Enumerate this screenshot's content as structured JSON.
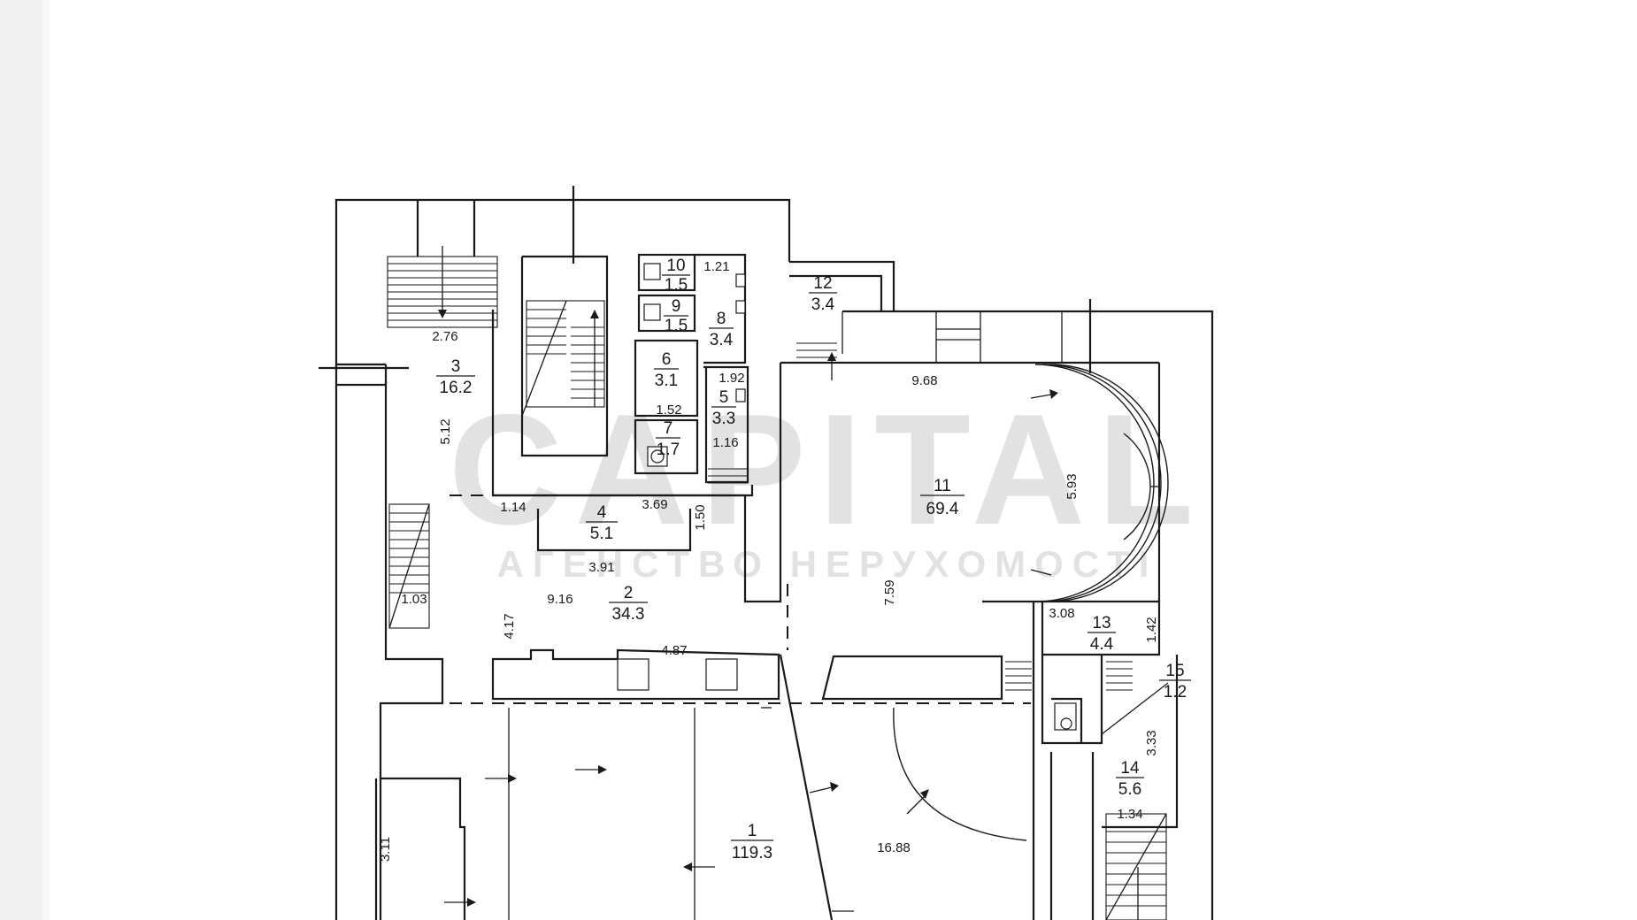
{
  "watermark": {
    "brand": "CAPITAL",
    "subtitle": "АГЕНСТВО НЕРУХОМОСТІ"
  },
  "rooms": [
    {
      "number": "1",
      "area": "119.3"
    },
    {
      "number": "2",
      "area": "34.3"
    },
    {
      "number": "3",
      "area": "16.2"
    },
    {
      "number": "4",
      "area": "5.1"
    },
    {
      "number": "5",
      "area": "3.3"
    },
    {
      "number": "6",
      "area": "3.1"
    },
    {
      "number": "7",
      "area": "1.7"
    },
    {
      "number": "8",
      "area": "3.4"
    },
    {
      "number": "9",
      "area": "1.5"
    },
    {
      "number": "10",
      "area": "1.5"
    },
    {
      "number": "11",
      "area": "69.4"
    },
    {
      "number": "12",
      "area": "3.4"
    },
    {
      "number": "13",
      "area": "4.4"
    },
    {
      "number": "14",
      "area": "5.6"
    },
    {
      "number": "15",
      "area": "1.2"
    }
  ],
  "dimensions": [
    "2.76",
    "5.12",
    "1.21",
    "1.92",
    "1.52",
    "1.16",
    "1.14",
    "3.69",
    "1.50",
    "3.91",
    "9.16",
    "4.17",
    "1.03",
    "4.87",
    "9.68",
    "5.93",
    "7.59",
    "3.08",
    "1.42",
    "3.33",
    "1.34",
    "3.11",
    "16.88"
  ]
}
